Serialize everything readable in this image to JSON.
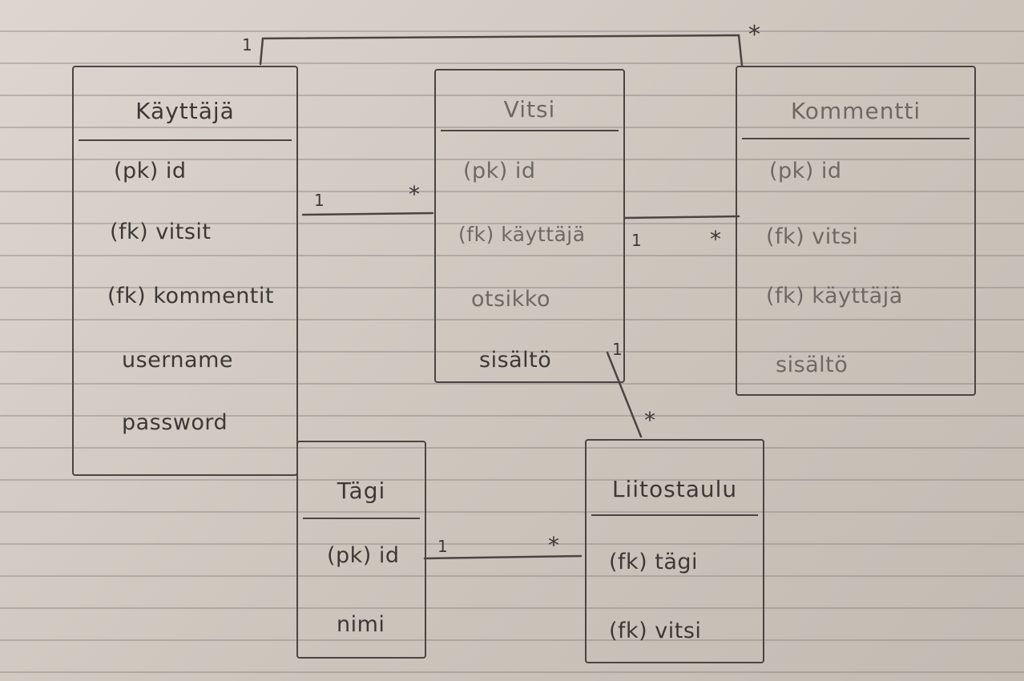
{
  "entities": {
    "kayttaja": {
      "title": "Käyttäjä",
      "attributes": [
        "(pk) id",
        "(fk) vitsit",
        "(fk) kommentit",
        "username",
        "password"
      ]
    },
    "vitsi": {
      "title": "Vitsi",
      "attributes": [
        "(pk) id",
        "(fk) käyttäjä",
        "otsikko",
        "sisältö"
      ]
    },
    "kommentti": {
      "title": "Kommentti",
      "attributes": [
        "(pk) id",
        "(fk) vitsi",
        "(fk) käyttäjä",
        "sisältö"
      ]
    },
    "tagi": {
      "title": "Tägi",
      "attributes": [
        "(pk) id",
        "nimi"
      ]
    },
    "liitostaulu": {
      "title": "Liitostaulu",
      "attributes": [
        "(fk) tägi",
        "(fk) vitsi"
      ]
    }
  },
  "relations": [
    {
      "name": "kayttaja-kommentti",
      "from": "Käyttäjä",
      "to": "Kommentti",
      "from_card": "1",
      "to_card": "*"
    },
    {
      "name": "kayttaja-vitsi",
      "from": "Käyttäjä",
      "to": "Vitsi",
      "from_card": "1",
      "to_card": "*"
    },
    {
      "name": "vitsi-kommentti",
      "from": "Vitsi",
      "to": "Kommentti",
      "from_card": "1",
      "to_card": "*"
    },
    {
      "name": "vitsi-liitostaulu",
      "from": "Vitsi",
      "to": "Liitostaulu",
      "from_card": "1",
      "to_card": "*"
    },
    {
      "name": "tagi-liitostaulu",
      "from": "Tägi",
      "to": "Liitostaulu",
      "from_card": "1",
      "to_card": "*"
    }
  ],
  "colors": {
    "ink": "#4a4542",
    "paper": "#d6cfc8",
    "rule": "#8a8080"
  }
}
